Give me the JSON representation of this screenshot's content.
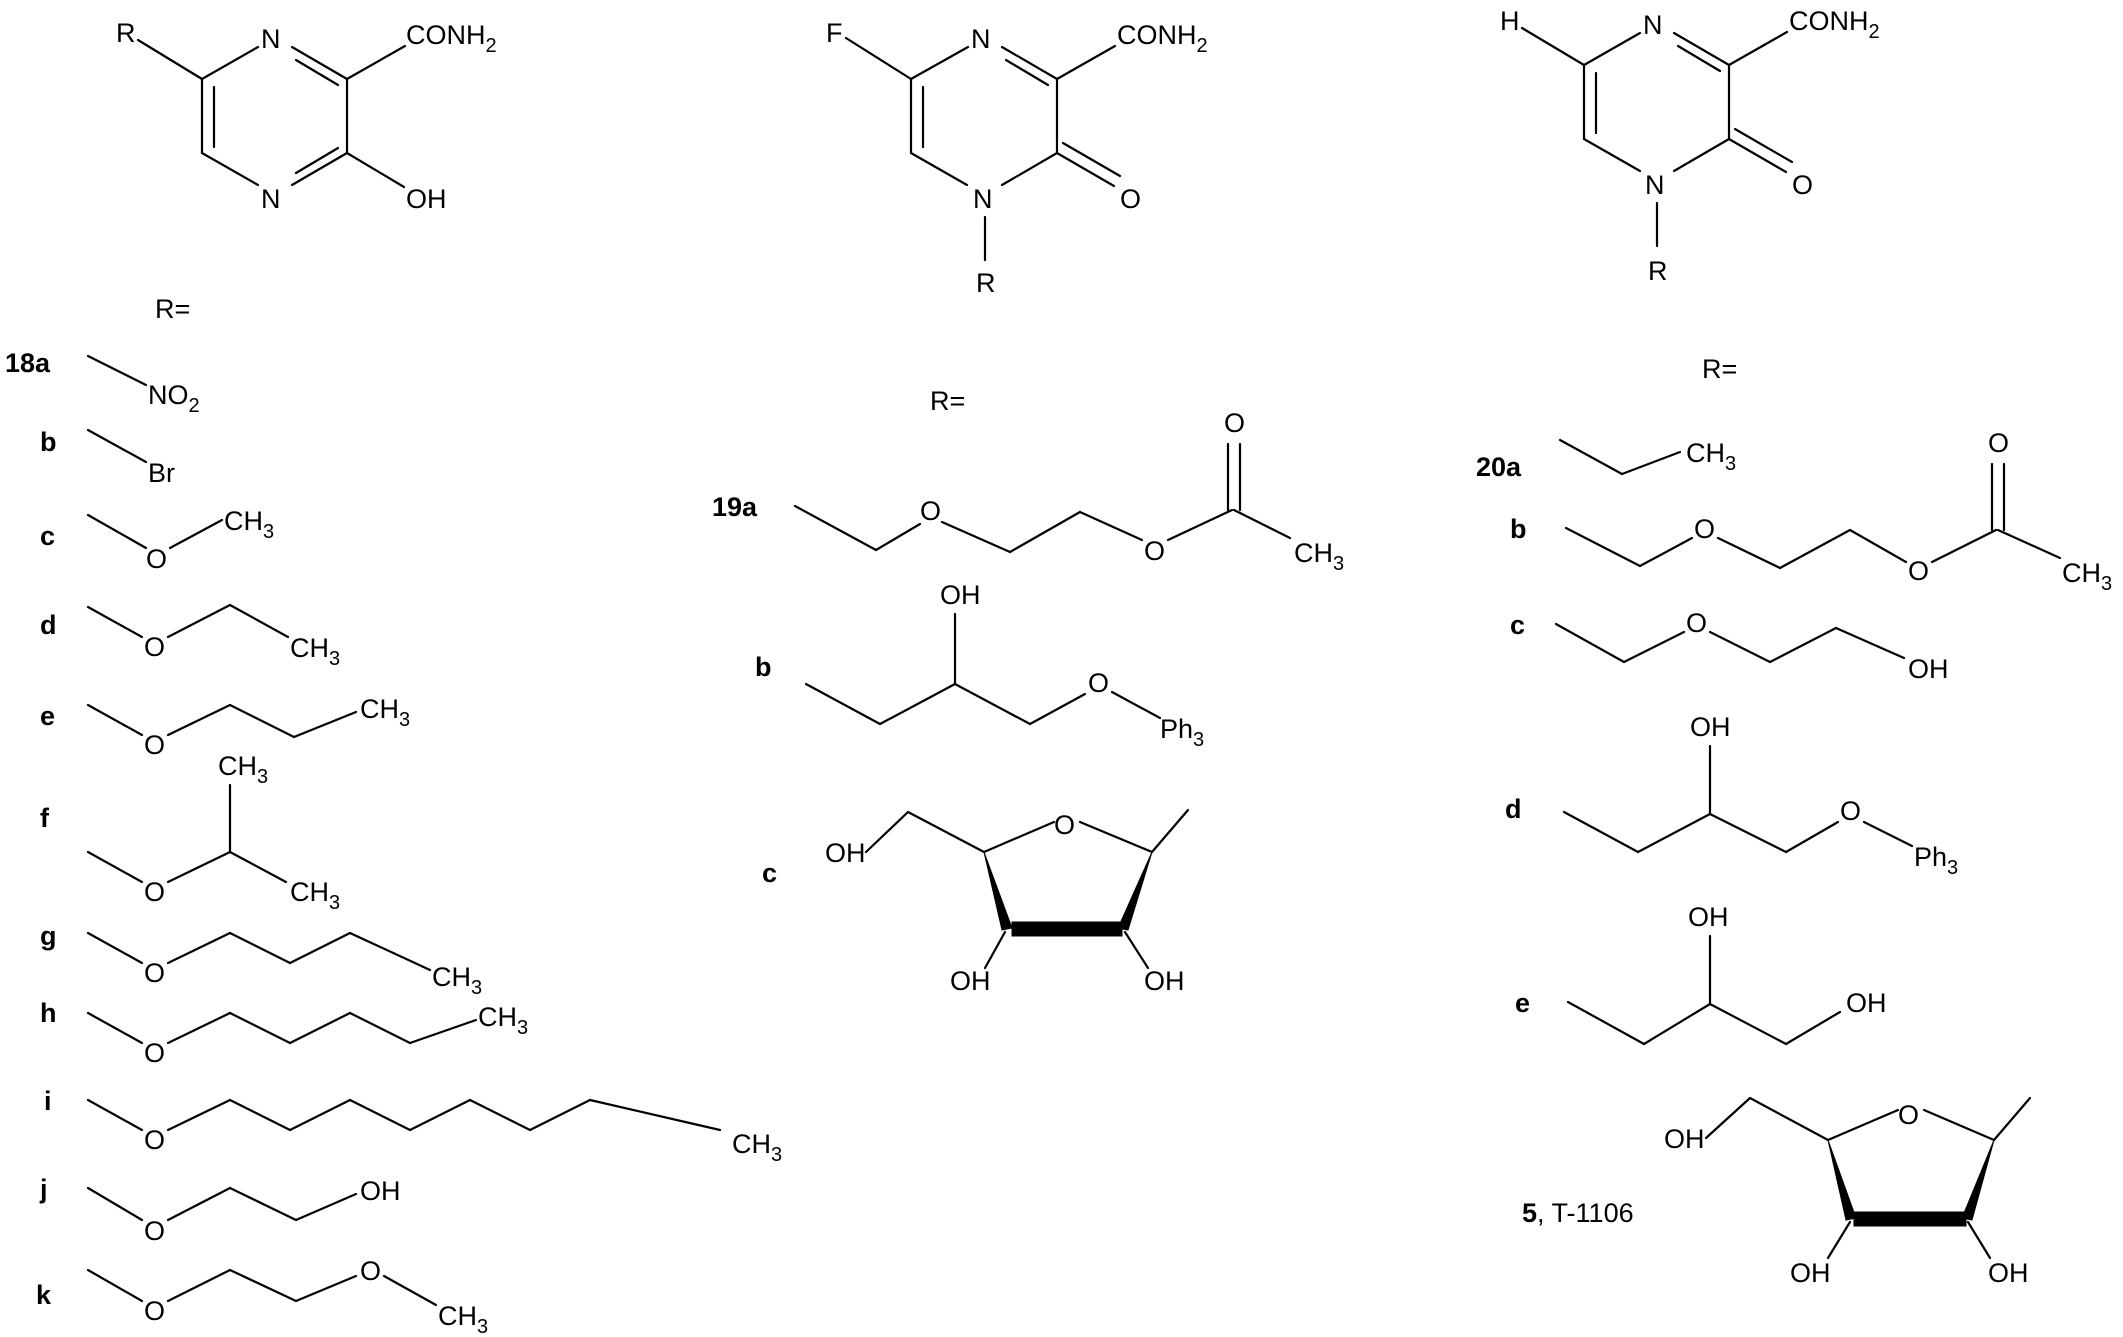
{
  "atoms": {
    "n": "N",
    "o": "O",
    "r": "R",
    "f": "F",
    "h": "H",
    "oh": "OH",
    "br": "Br",
    "ch3": "CH",
    "no2": "NO",
    "ph3": "Ph",
    "conh2": "CONH",
    "sub2": "2",
    "sub3": "3"
  },
  "labels": {
    "r_equals": "R=",
    "s18": [
      "18a",
      "b",
      "c",
      "d",
      "e",
      "f",
      "g",
      "h",
      "i",
      "j",
      "k"
    ],
    "s19": [
      "19a",
      "b",
      "c"
    ],
    "s20": [
      "20a",
      "b",
      "c",
      "d",
      "e"
    ],
    "cmpd5_num": "5",
    "cmpd5_name": ", T-1106"
  }
}
